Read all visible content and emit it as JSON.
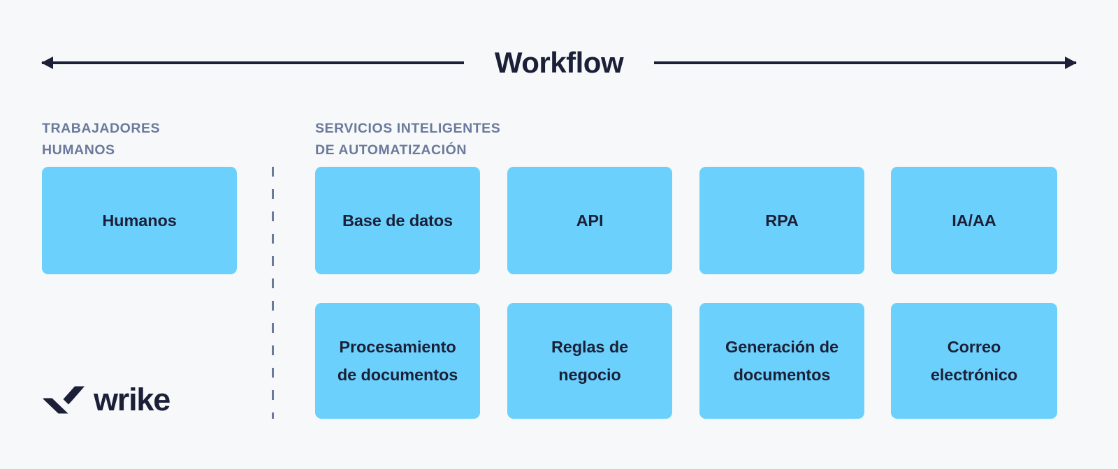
{
  "theme": {
    "background": "#f6f8fa",
    "ink": "#1b2038",
    "muted": "#6b7a9b",
    "card": "#6bd1fc"
  },
  "header": {
    "title": "Workflow",
    "arrow_left_icon": "arrow-left-icon",
    "arrow_right_icon": "arrow-right-icon"
  },
  "columns": {
    "humans": {
      "label": "TRABAJADORES\nHUMANOS",
      "cards": [
        {
          "label": "Humanos"
        }
      ]
    },
    "services": {
      "label": "SERVICIOS INTELIGENTES\nDE AUTOMATIZACIÓN",
      "rows": [
        [
          {
            "label": "Base de datos"
          },
          {
            "label": "API"
          },
          {
            "label": "RPA"
          },
          {
            "label": "IA/AA"
          }
        ],
        [
          {
            "label": "Procesamiento\nde documentos"
          },
          {
            "label": "Reglas de\nnegocio"
          },
          {
            "label": "Generación de\ndocumentos"
          },
          {
            "label": "Correo\nelectrónico"
          }
        ]
      ]
    }
  },
  "divider": {
    "style": "dashed-vertical",
    "color": "#6b7a9b"
  },
  "logo": {
    "name": "wrike",
    "wordmark": "wrike",
    "mark_icon": "wrike-checkmark-icon"
  }
}
